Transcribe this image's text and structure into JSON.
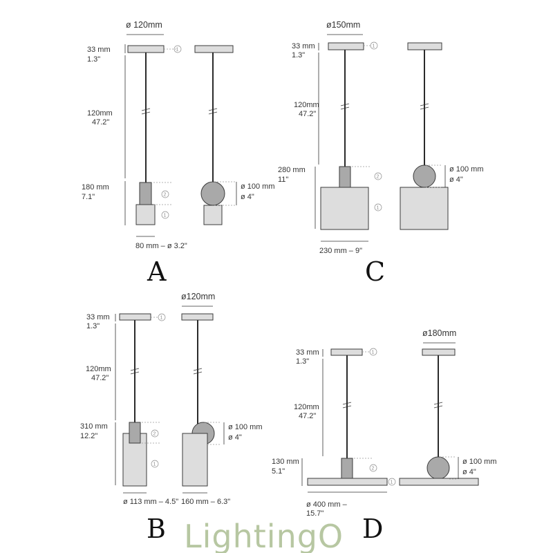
{
  "brand": {
    "name": "LightingO",
    "accent_color": "#b7c7a2"
  },
  "marker_labels": {
    "one": "1",
    "two": "2"
  },
  "panels": {
    "A": {
      "letter": "A",
      "canopy_diameter": "ø 120mm",
      "canopy_height_mm": "33 mm",
      "canopy_height_in": "1.3\"",
      "cable_mm": "120mm",
      "cable_in": "47.2\"",
      "body_mm": "180 mm",
      "body_in": "7.1\"",
      "sphere_mm": "ø 100 mm",
      "sphere_in": "ø 4\"",
      "base_width": "80 mm – ø 3.2\""
    },
    "C": {
      "letter": "C",
      "canopy_diameter": "ø150mm",
      "canopy_height_mm": "33 mm",
      "canopy_height_in": "1.3\"",
      "cable_mm": "120mm",
      "cable_in": "47.2\"",
      "body_mm": "280 mm",
      "body_in": "11\"",
      "sphere_mm": "ø 100 mm",
      "sphere_in": "ø 4\"",
      "base_width": "230 mm – 9\""
    },
    "B": {
      "letter": "B",
      "canopy_diameter": "ø120mm",
      "canopy_height_mm": "33 mm",
      "canopy_height_in": "1.3\"",
      "cable_mm": "120mm",
      "cable_in": "47.2\"",
      "body_mm": "310 mm",
      "body_in": "12.2\"",
      "sphere_mm": "ø 100 mm",
      "sphere_in": "ø 4\"",
      "base_width_left": "ø 113 mm – 4.5\"",
      "base_width_right": "160 mm – 6.3\""
    },
    "D": {
      "letter": "D",
      "canopy_diameter": "ø180mm",
      "canopy_height_mm": "33 mm",
      "canopy_height_in": "1.3\"",
      "cable_mm": "120mm",
      "cable_in": "47.2\"",
      "body_mm": "130 mm",
      "body_in": "5.1\"",
      "sphere_mm": "ø 100 mm",
      "sphere_in": "ø 4\"",
      "base_width_line1": "ø 400 mm –",
      "base_width_line2": "15.7\""
    }
  }
}
